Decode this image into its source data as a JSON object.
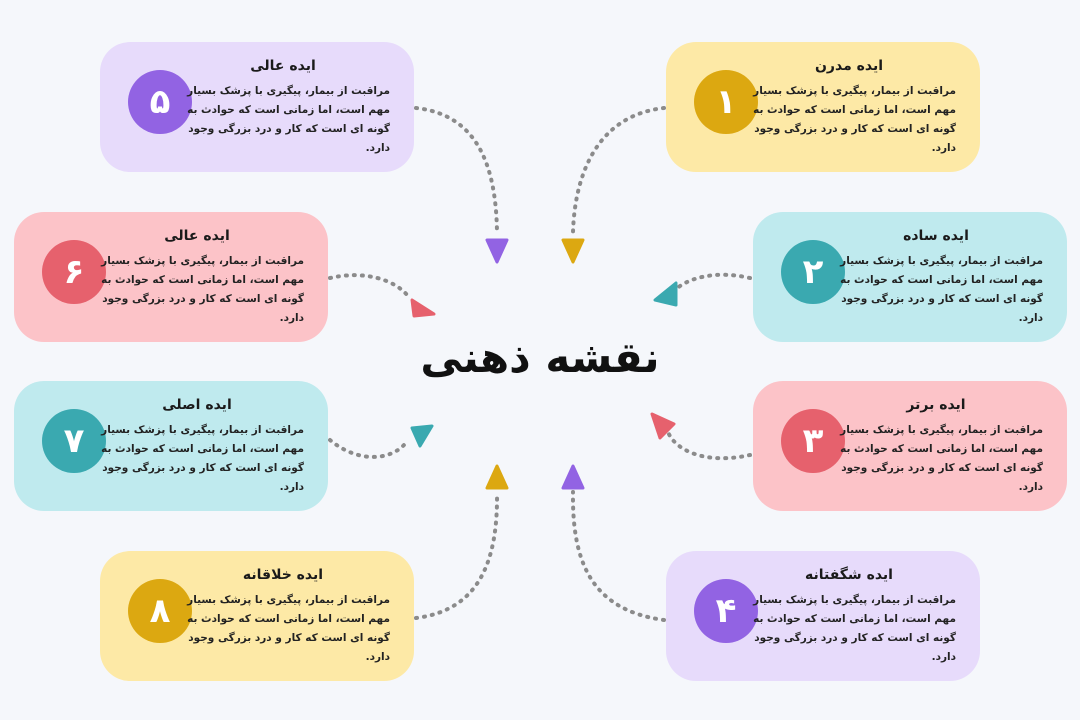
{
  "title": "نقشه ذهنی",
  "body_text": "مراقبت از بیمار، پیگیری با پزشک بسیار مهم است، اما زمانی است که حوادث به گونه ای است که کار و درد بزرگی وجود دارد.",
  "cards": [
    {
      "number": "۱",
      "title": "ایده مدرن",
      "bg": "#fde9a6",
      "badge": "#dca811"
    },
    {
      "number": "۲",
      "title": "ایده ساده",
      "bg": "#bfeaee",
      "badge": "#3aa9b0"
    },
    {
      "number": "۳",
      "title": "ایده برتر",
      "bg": "#fcc3c8",
      "badge": "#e6616d"
    },
    {
      "number": "۴",
      "title": "ایده شگفتانه",
      "bg": "#e7dbfb",
      "badge": "#9263e3"
    },
    {
      "number": "۵",
      "title": "ایده عالی",
      "bg": "#e7dbfb",
      "badge": "#9263e3"
    },
    {
      "number": "۶",
      "title": "ایده عالی",
      "bg": "#fcc3c8",
      "badge": "#e6616d"
    },
    {
      "number": "۷",
      "title": "ایده اصلی",
      "bg": "#bfeaee",
      "badge": "#3aa9b0"
    },
    {
      "number": "۸",
      "title": "ایده خلاقانه",
      "bg": "#fde9a6",
      "badge": "#dca811"
    }
  ],
  "connector_color": "#8b8b8b"
}
